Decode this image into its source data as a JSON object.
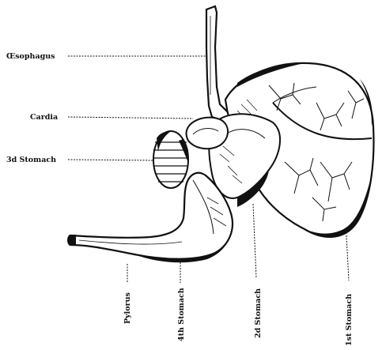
{
  "figure": {
    "labels": {
      "oesophagus": "Œsophagus",
      "cardia": "Cardia",
      "third_stomach": "3d Stomach",
      "pylorus": "Pylorus",
      "fourth_stomach": "4th Stomach",
      "second_stomach": "2d Stomach",
      "first_stomach": "1st Stomach"
    },
    "colors": {
      "ink": "#111111",
      "paper": "#ffffff"
    }
  }
}
